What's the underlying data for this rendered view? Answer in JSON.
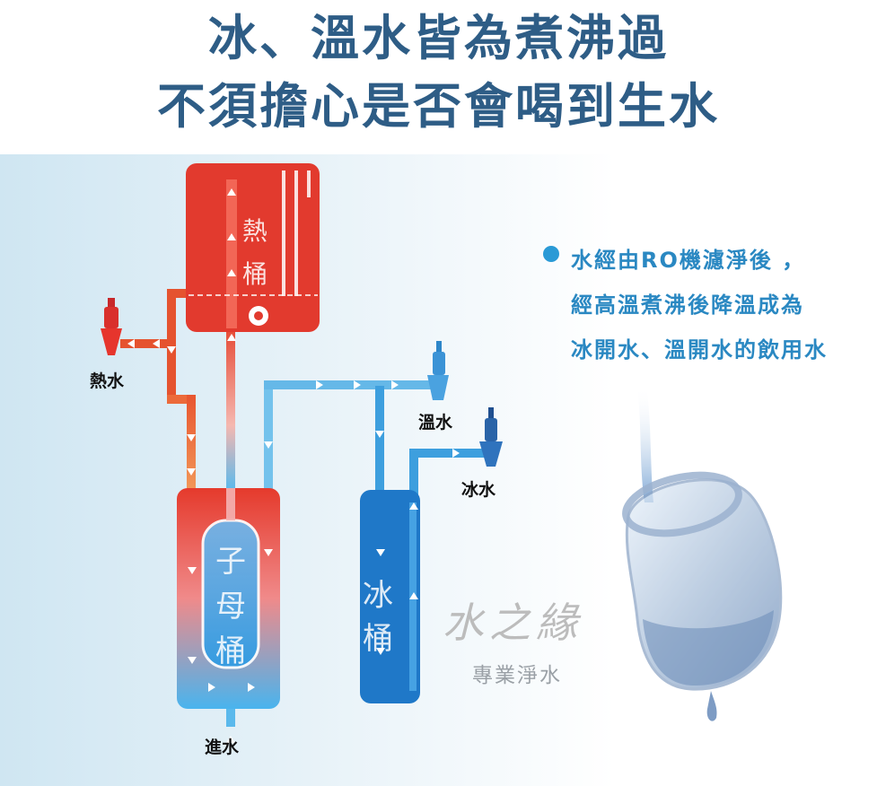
{
  "headline": {
    "line1": "冰、溫水皆為煮沸過",
    "line2": "不須擔心是否會喝到生水"
  },
  "notes": {
    "line1": "水經由RO機濾淨後 ，",
    "line2": "經高溫煮沸後降溫成為",
    "line3": "冰開水、溫開水的飲用水"
  },
  "tanks": {
    "hot": [
      "熱",
      "桶"
    ],
    "mother": [
      "子",
      "母",
      "桶"
    ],
    "ice": [
      "冰",
      "桶"
    ]
  },
  "outlets": {
    "hot": "熱水",
    "warm": "溫水",
    "ice": "冰水",
    "inlet": "進水"
  },
  "watermark": {
    "name": "水之緣",
    "sub": "專業淨水"
  },
  "colors": {
    "headline": "#2e5d86",
    "note": "#2a88c2",
    "hot": "#e23a2e",
    "cold": "#1f78c8"
  }
}
